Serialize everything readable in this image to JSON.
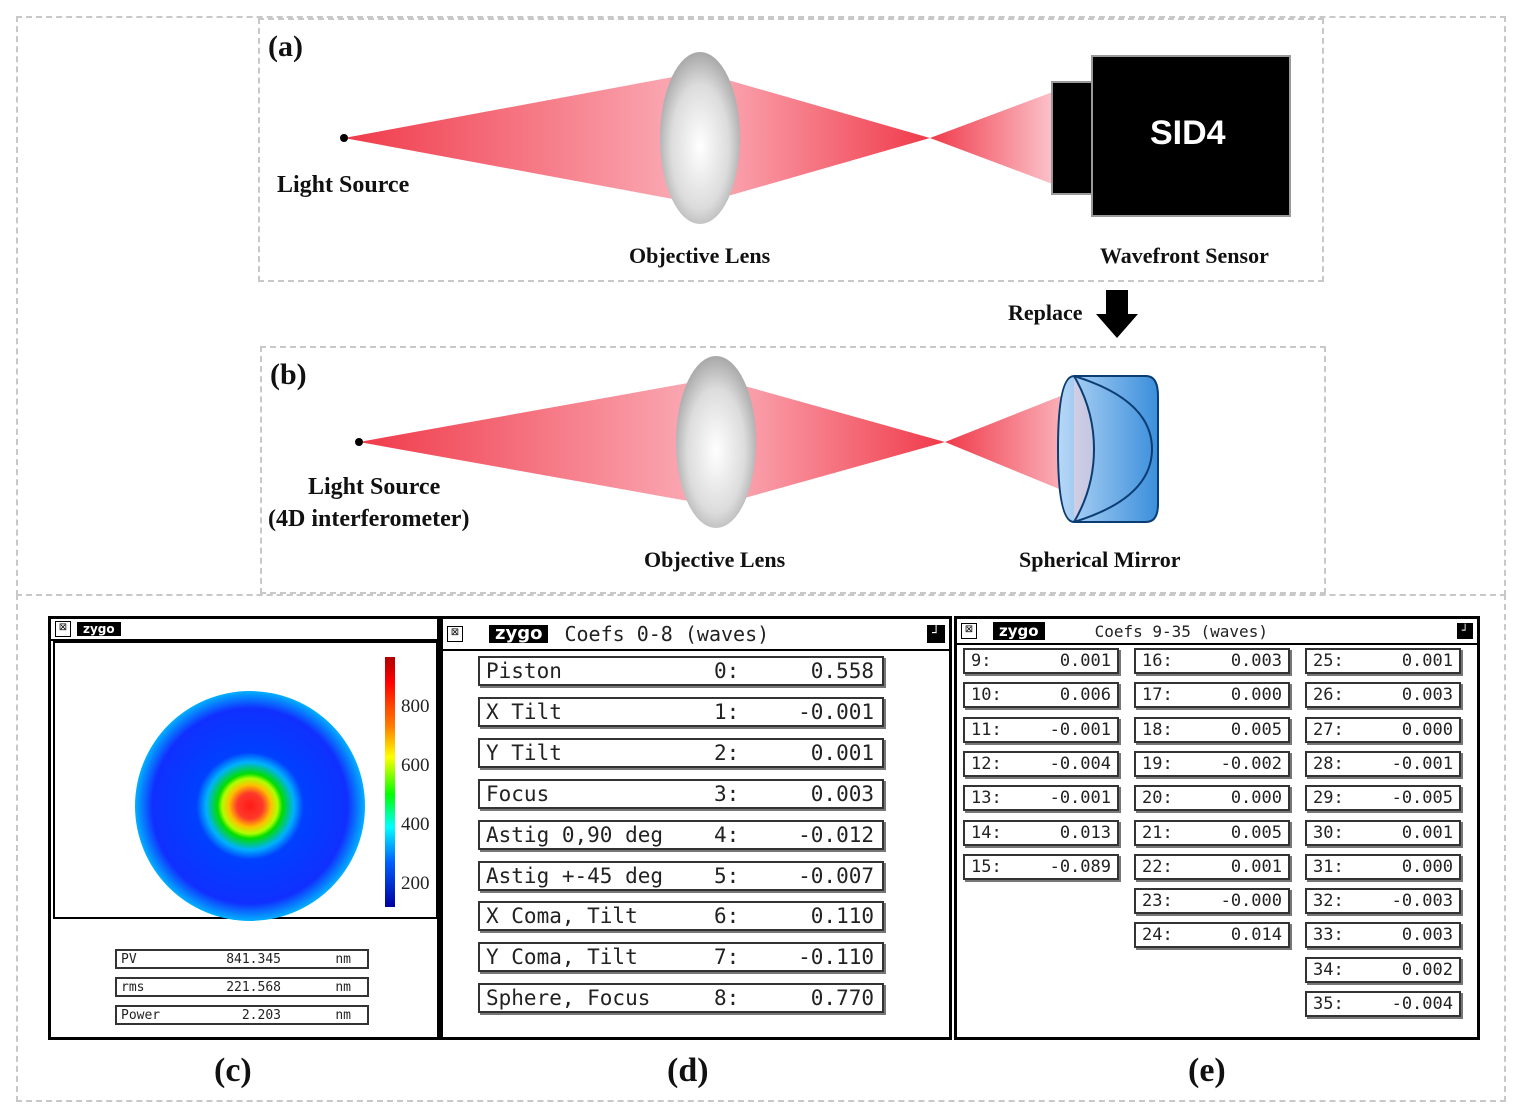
{
  "panels": {
    "a": {
      "label": "(a)",
      "light_source": "Light Source",
      "lens": "Objective Lens",
      "sensor_text": "SID4",
      "sensor": "Wavefront Sensor"
    },
    "replace": "Replace",
    "b": {
      "label": "(b)",
      "light_source_line1": "Light Source",
      "light_source_line2": "(4D interferometer)",
      "lens": "Objective Lens",
      "mirror": "Spherical Mirror"
    }
  },
  "colors": {
    "beam": "#f03a4a",
    "beam_light": "#fbb8c0",
    "mirror": "#5aa8e8",
    "sensor": "#000000"
  },
  "window_c": {
    "logo": "zygo",
    "colorbar_ticks": [
      "800",
      "600",
      "400",
      "200"
    ],
    "stats": [
      {
        "label": "PV",
        "value": "841.345",
        "unit": "nm"
      },
      {
        "label": "rms",
        "value": "221.568",
        "unit": "nm"
      },
      {
        "label": "Power",
        "value": "2.203",
        "unit": "nm"
      }
    ]
  },
  "window_d": {
    "logo": "zygo",
    "title": "Coefs 0-8 (waves)",
    "rows": [
      {
        "name": "Piston",
        "index": "0:",
        "value": "0.558"
      },
      {
        "name": "X Tilt",
        "index": "1:",
        "value": "-0.001"
      },
      {
        "name": "Y Tilt",
        "index": "2:",
        "value": "0.001"
      },
      {
        "name": "Focus",
        "index": "3:",
        "value": "0.003"
      },
      {
        "name": "Astig 0,90 deg",
        "index": "4:",
        "value": "-0.012"
      },
      {
        "name": "Astig +-45 deg",
        "index": "5:",
        "value": "-0.007"
      },
      {
        "name": "X Coma, Tilt",
        "index": "6:",
        "value": "0.110"
      },
      {
        "name": "Y Coma, Tilt",
        "index": "7:",
        "value": "-0.110"
      },
      {
        "name": "Sphere, Focus",
        "index": "8:",
        "value": "0.770"
      }
    ]
  },
  "window_e": {
    "logo": "zygo",
    "title": "Coefs 9-35 (waves)",
    "col1": [
      {
        "index": "9:",
        "value": "0.001"
      },
      {
        "index": "10:",
        "value": "0.006"
      },
      {
        "index": "11:",
        "value": "-0.001"
      },
      {
        "index": "12:",
        "value": "-0.004"
      },
      {
        "index": "13:",
        "value": "-0.001"
      },
      {
        "index": "14:",
        "value": "0.013"
      },
      {
        "index": "15:",
        "value": "-0.089"
      }
    ],
    "col2": [
      {
        "index": "16:",
        "value": "0.003"
      },
      {
        "index": "17:",
        "value": "0.000"
      },
      {
        "index": "18:",
        "value": "0.005"
      },
      {
        "index": "19:",
        "value": "-0.002"
      },
      {
        "index": "20:",
        "value": "0.000"
      },
      {
        "index": "21:",
        "value": "0.005"
      },
      {
        "index": "22:",
        "value": "0.001"
      },
      {
        "index": "23:",
        "value": "-0.000"
      },
      {
        "index": "24:",
        "value": "0.014"
      }
    ],
    "col3": [
      {
        "index": "25:",
        "value": "0.001"
      },
      {
        "index": "26:",
        "value": "0.003"
      },
      {
        "index": "27:",
        "value": "0.000"
      },
      {
        "index": "28:",
        "value": "-0.001"
      },
      {
        "index": "29:",
        "value": "-0.005"
      },
      {
        "index": "30:",
        "value": "0.001"
      },
      {
        "index": "31:",
        "value": "0.000"
      },
      {
        "index": "32:",
        "value": "-0.003"
      },
      {
        "index": "33:",
        "value": "0.003"
      },
      {
        "index": "34:",
        "value": "0.002"
      },
      {
        "index": "35:",
        "value": "-0.004"
      }
    ]
  },
  "captions": {
    "c": "(c)",
    "d": "(d)",
    "e": "(e)"
  }
}
